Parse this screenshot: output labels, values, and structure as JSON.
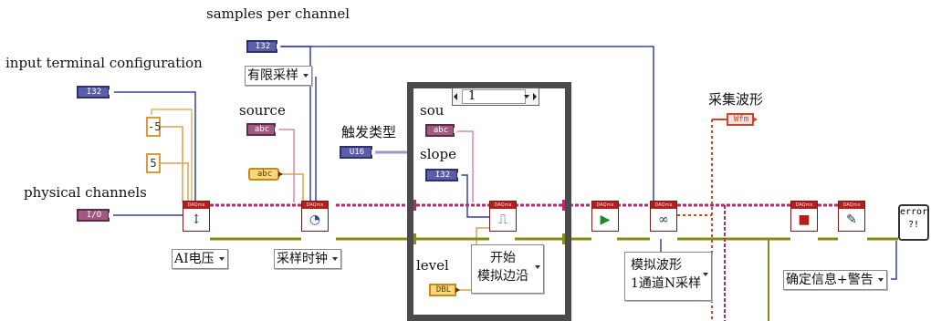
{
  "labels": {
    "samples_per_channel": "samples per channel",
    "input_terminal_configuration": "input terminal configuration",
    "source": "source",
    "trigger_type": "触发类型",
    "sou": "sou",
    "slope": "slope",
    "physical_channels": "physical channels",
    "level": "level",
    "collect_waveform": "采集波形"
  },
  "constants": {
    "min_value": "-5",
    "max_value": "5"
  },
  "terminals": {
    "samples_per_channel": "I32",
    "input_terminal_configuration": "I32",
    "source": "abc",
    "trigger_type": "U16",
    "sou": "abc",
    "slope": "I32",
    "physical_channels": "I/O",
    "level": "DBL",
    "timing_source": "abc",
    "collect_waveform": "Wfm"
  },
  "rings": {
    "sample_mode": "有限采样",
    "measurement_type": "AI电压",
    "timing_type": "采样时钟",
    "trigger_mode_line1": "开始",
    "trigger_mode_line2": "模拟边沿",
    "read_mode_line1": "模拟波形",
    "read_mode_line2": "1通道N采样",
    "error_mode": "确定信息+警告"
  },
  "case_selector": {
    "value": "1"
  },
  "error_vi": {
    "line1": "error",
    "line2": "?!"
  },
  "colors": {
    "daqmx_task_wire": "#b52a6a",
    "error_wire": "#8a8a16",
    "numeric_wire": "#3340a5",
    "string_wire": "#d986b8",
    "waveform_wire": "#c44a2a",
    "vi_header": "#b21f1f"
  },
  "icons": {
    "create_channel_vi": "probe-icon",
    "timing_vi": "clock-icon",
    "trigger_vi": "edge-trigger-icon",
    "start_vi": "play-icon",
    "read_vi": "glasses-icon",
    "stop_vi": "stop-icon",
    "clear_vi": "eraser-icon",
    "error_handler": "error-dialog-icon"
  }
}
